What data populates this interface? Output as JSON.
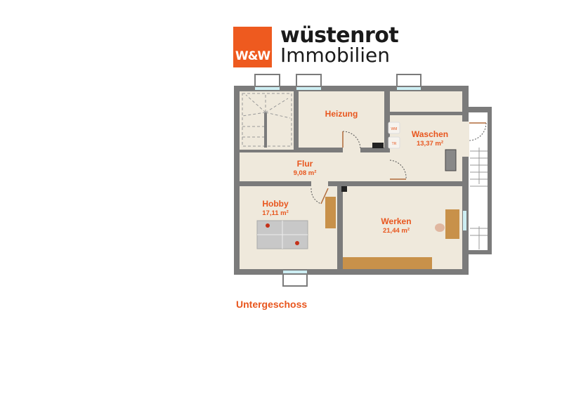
{
  "logo": {
    "mark": "W&W",
    "brand": "wüstenrot",
    "subbrand": "Immobilien",
    "color": "#ee5a1f"
  },
  "rooms": [
    {
      "name": "Heizung",
      "area": ""
    },
    {
      "name": "Waschen",
      "area": "13,37 m²"
    },
    {
      "name": "Flur",
      "area": "9,08 m²"
    },
    {
      "name": "Hobby",
      "area": "17,11 m²"
    },
    {
      "name": "Werken",
      "area": "21,44 m²"
    }
  ],
  "appliances": {
    "washer": "WM",
    "dryer": "TR"
  },
  "floor_title": "Untergeschoss",
  "colors": {
    "label": "#e8561e",
    "wall": "#7b7b7b",
    "floor": "#efe9dc"
  }
}
